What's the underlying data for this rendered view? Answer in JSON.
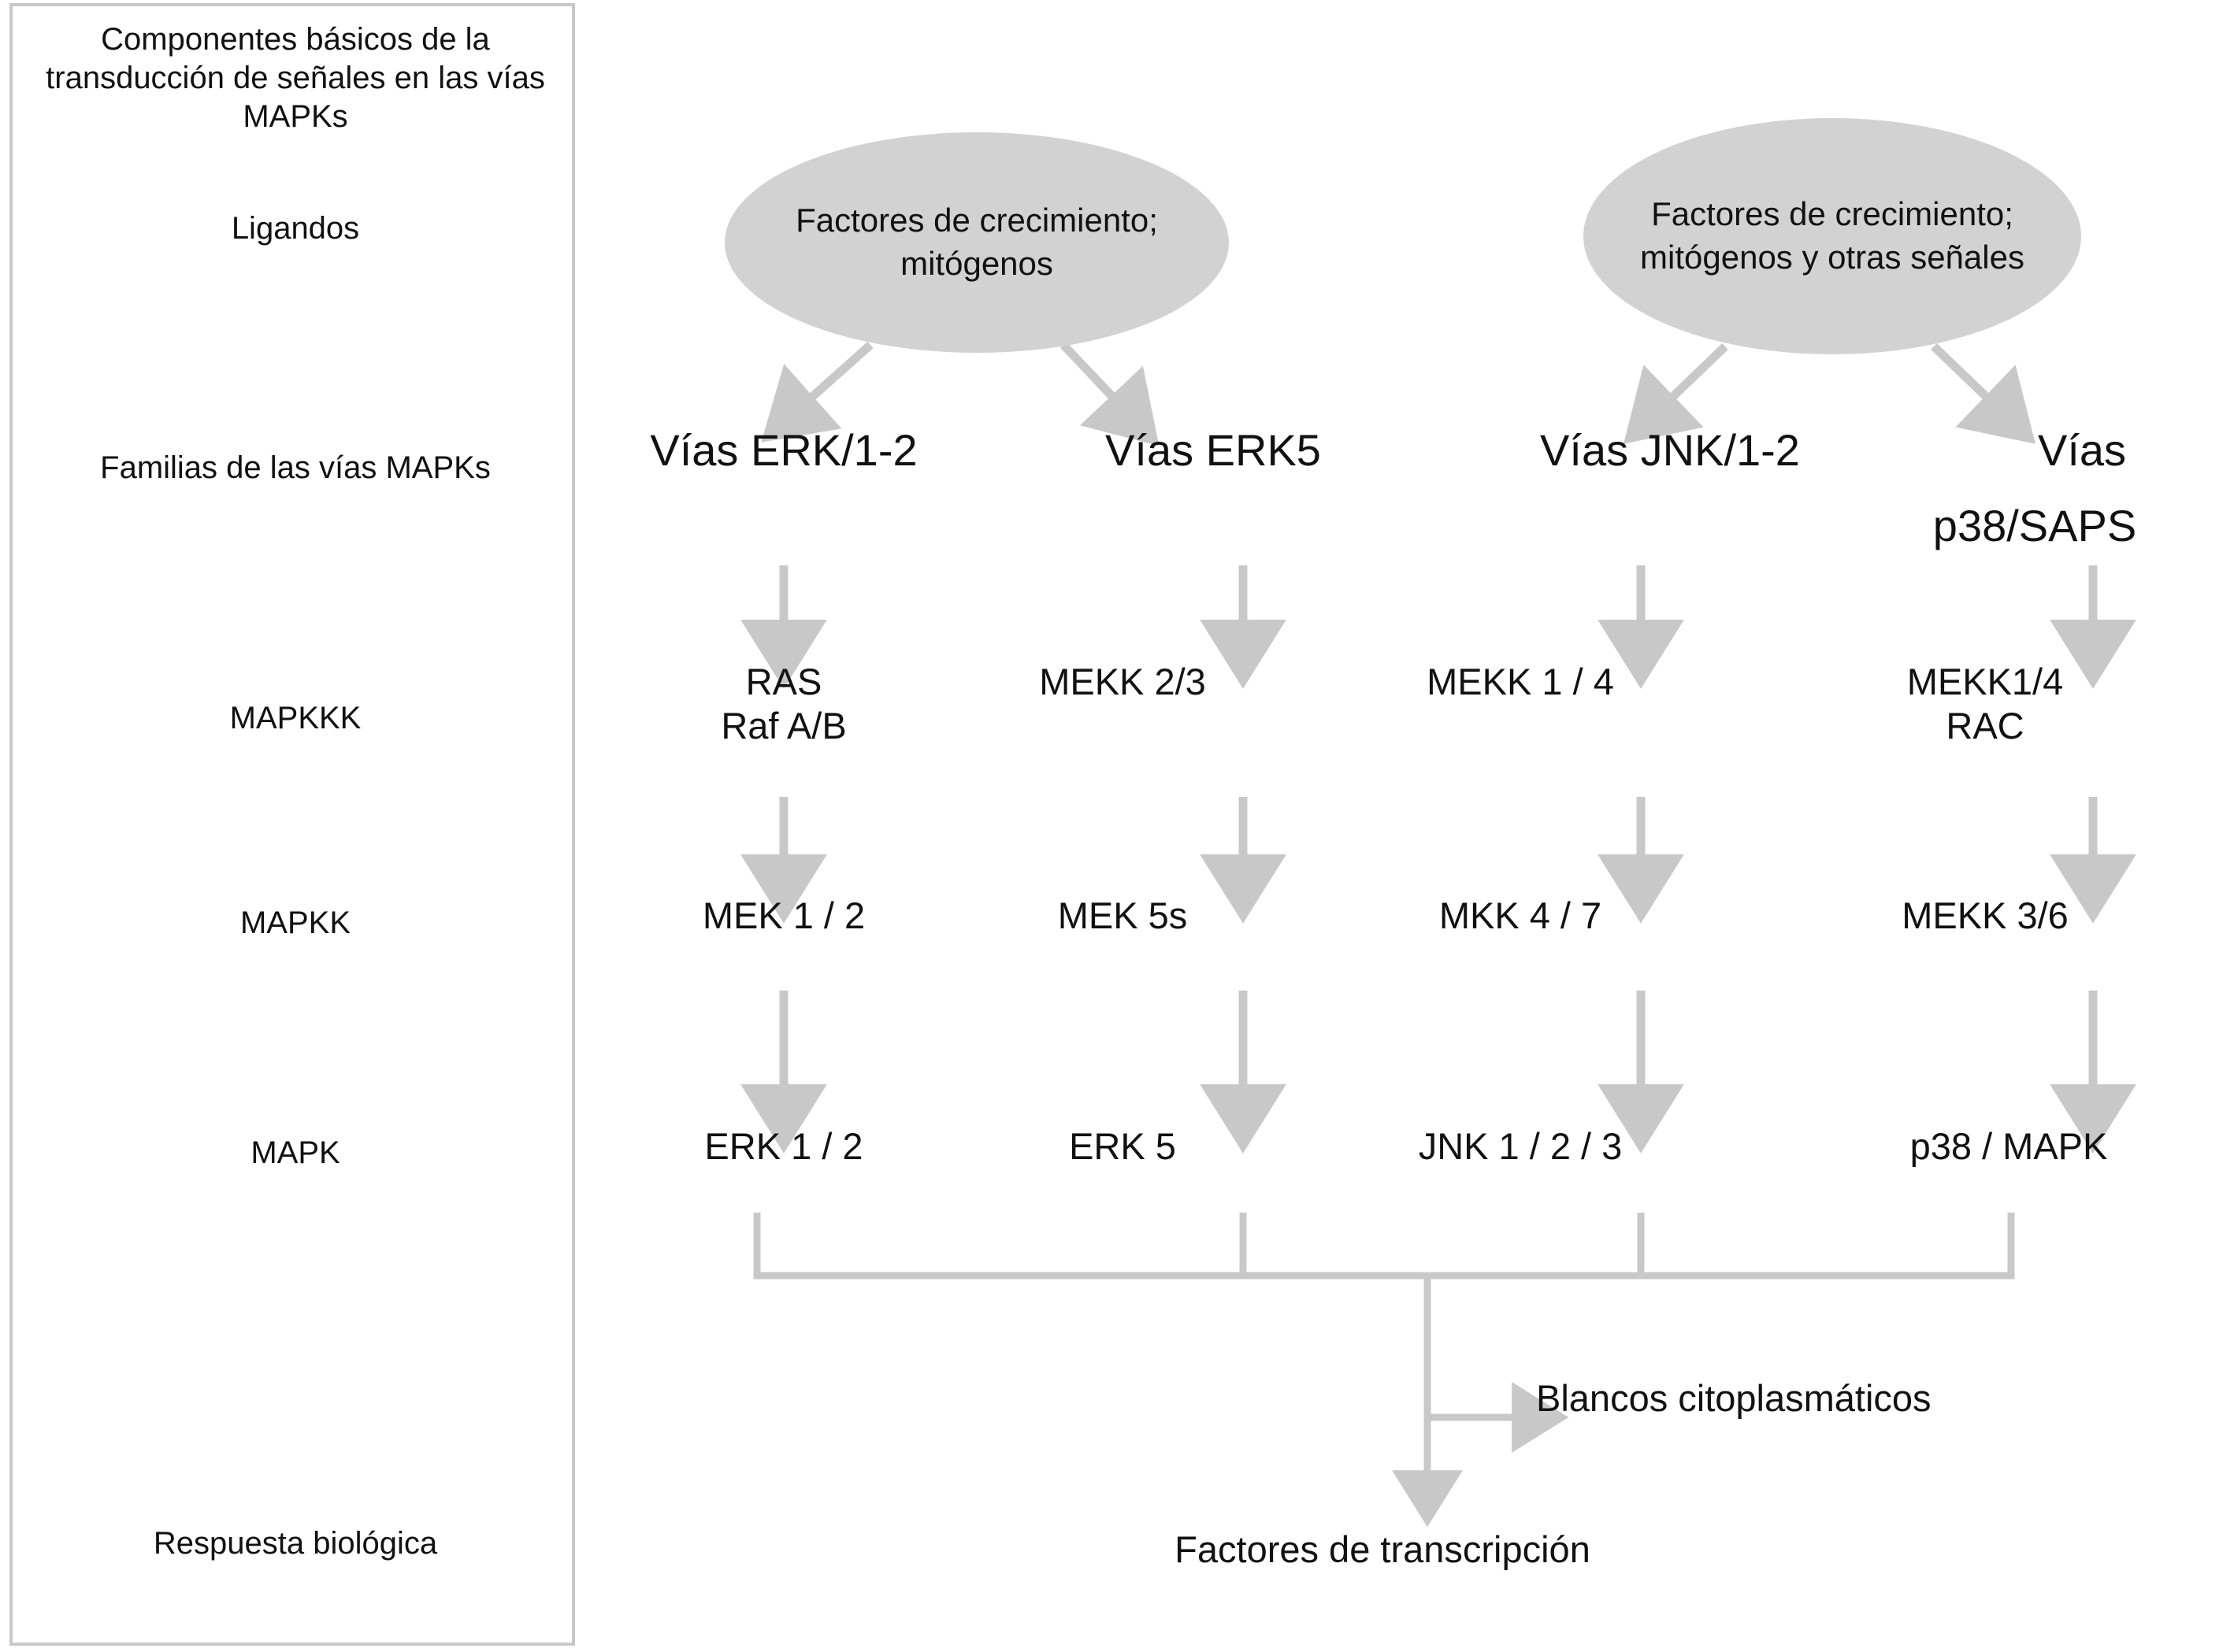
{
  "legend": {
    "title": "Componentes básicos de la transducción de señales en las vías MAPKs",
    "rows": [
      {
        "label": "Ligandos"
      },
      {
        "label": "Familias de las vías MAPKs"
      },
      {
        "label": "MAPKKK"
      },
      {
        "label": "MAPKK"
      },
      {
        "label": "MAPK"
      },
      {
        "label": "Respuesta biológica"
      }
    ]
  },
  "stimuli": [
    {
      "text": "Factores de crecimiento; mitógenos"
    },
    {
      "text": "Factores de crecimiento; mitógenos y otras señales"
    }
  ],
  "pathways": [
    {
      "family": "Vías ERK/1-2",
      "family_line2": "",
      "mapkkk": "RAS\nRaf A/B",
      "mapkk": "MEK 1 / 2",
      "mapk": "ERK 1 / 2"
    },
    {
      "family": "Vías ERK5",
      "family_line2": "",
      "mapkkk": "MEKK 2/3",
      "mapkk": "MEK  5s",
      "mapk": "ERK 5"
    },
    {
      "family": "Vías JNK/1-2",
      "family_line2": "",
      "mapkkk": "MEKK 1 / 4",
      "mapkk": "MKK 4 / 7",
      "mapk": "JNK 1 / 2 / 3"
    },
    {
      "family": "Vías",
      "family_line2": "p38/SAPS",
      "mapkkk": "MEKK1/4\nRAC",
      "mapkk": "MEKK 3/6",
      "mapk": "p38 / MAPK"
    }
  ],
  "outputs": {
    "cytoplasmic_targets": "Blancos citoplasmáticos",
    "transcription_factors": "Factores de transcripción"
  },
  "colors": {
    "ellipse_fill": "#d2d2d2",
    "arrow": "#c8c8c8",
    "text": "#111111",
    "panel_border": "#c8c8c8",
    "background": "#ffffff"
  }
}
